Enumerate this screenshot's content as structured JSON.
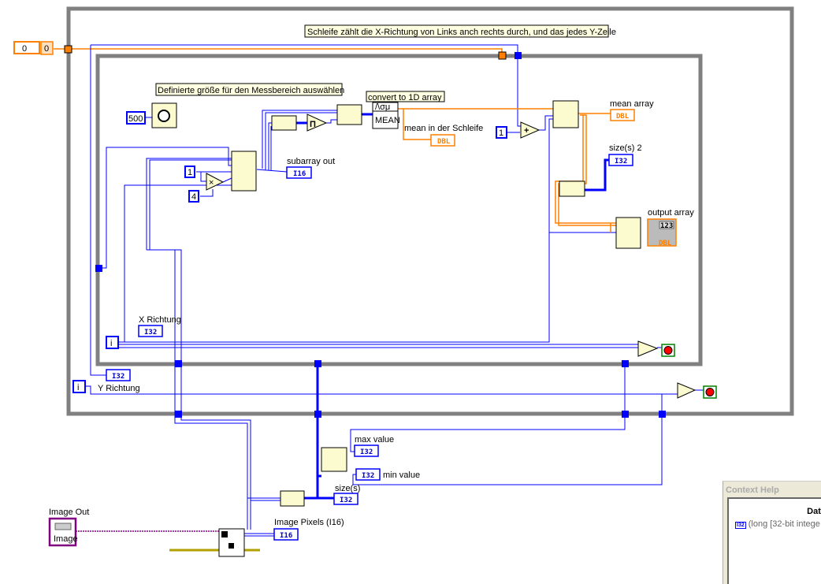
{
  "comments": {
    "outer_loop": "Schleife zählt die X-Richtung von Links anch rechts durch, und das jedes Y-Zeile",
    "measure_range": "Definierte größe für den Messbereich auswählen",
    "convert": "convert to 1D array"
  },
  "constants": {
    "init_value": "0",
    "init_indicator": "0",
    "wait_ms": "500",
    "one_a": "1",
    "four": "4",
    "one_b": "1",
    "iteration_inner": "i",
    "iteration_outer": "i"
  },
  "nodes": {
    "mean": "MEAN",
    "mean_header": "/\\σμ",
    "multiply_array": "Π",
    "multiply": "×",
    "add": "+"
  },
  "indicators": {
    "subarray_out": {
      "label": "subarray out",
      "type": "I16"
    },
    "mean_loop": {
      "label": "mean in der Schleife",
      "type": "DBL"
    },
    "mean_array": {
      "label": "mean array",
      "type": "DBL"
    },
    "sizes2": {
      "label": "size(s) 2",
      "type": "I32"
    },
    "output_array": {
      "label": "output array",
      "type": "DBL",
      "value": "123"
    },
    "x_richtung": {
      "label": "X Richtung",
      "type": "I32"
    },
    "y_richtung": {
      "label": "Y Richtung",
      "type": "I32"
    },
    "max_value": {
      "label": "max value",
      "type": "I32"
    },
    "min_value": {
      "label": "min value",
      "type": "I32"
    },
    "sizes": {
      "label": "size(s)",
      "type": "I32"
    },
    "image_pixels": {
      "label": "Image Pixels (I16)",
      "type": "I16"
    }
  },
  "controls": {
    "image_out": {
      "label": "Image Out",
      "text": "Image"
    }
  },
  "context_help": {
    "title": "Context Help",
    "heading": "Data",
    "description": "(long [32-bit intege",
    "type_icon": "I32"
  },
  "colors": {
    "integer_wire": "#0000ff",
    "double_wire": "#ff8000",
    "loop_frame": "#808080",
    "node_fill": "#fbfbcf",
    "image_wire": "#800080",
    "stop_button": "#ff0000"
  }
}
